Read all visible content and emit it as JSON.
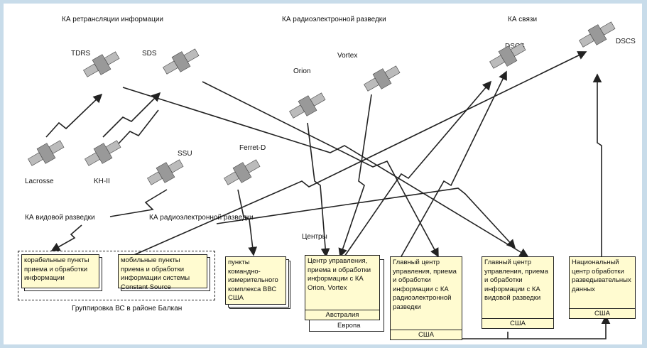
{
  "groups": {
    "relay": "КА ретрансляции информации",
    "elint": "КА радиоэлектронной разведки",
    "comms": "КА связи",
    "imagery": "КА видовой разведки",
    "elint2": "КА радиоэлектронной разведки",
    "centers": "Центры"
  },
  "satellites": {
    "tdrs": "TDRS",
    "sds": "SDS",
    "orion": "Orion",
    "vortex": "Vortex",
    "dscs1": "DSCS",
    "dscs2": "DSCS",
    "lacrosse": "Lacrosse",
    "kh11": "KH-II",
    "ssu": "SSU",
    "ferret": "Ferret-D"
  },
  "boxes": {
    "ship": "корабельные пункты приема и обработки информации",
    "mobile": "мобильные пункты приема и обработки информации системы Constant Source",
    "afcs": "пункты командно-измерительного комплекса ВВС США",
    "orion_center": "Центр управления, приема и обработки информации с КА Orion, Vortex",
    "orion_footer1": "Австралия",
    "orion_footer2": "Европа",
    "elint_center": "Главный центр управления, приема и обработки информации с КА радиоэлектронной разведки",
    "elint_footer": "США",
    "imagery_center": "Главный центр управления, приема и обработки информации с КА видовой разведки",
    "imagery_footer": "США",
    "national": "Национальный центр обработки разведывательных данных",
    "national_footer": "США"
  },
  "balkan_group": "Группировка ВС в районе Балкан",
  "colors": {
    "box_fill": "#fffbd0",
    "frame_bg": "#c8dcea",
    "line": "#222222"
  }
}
